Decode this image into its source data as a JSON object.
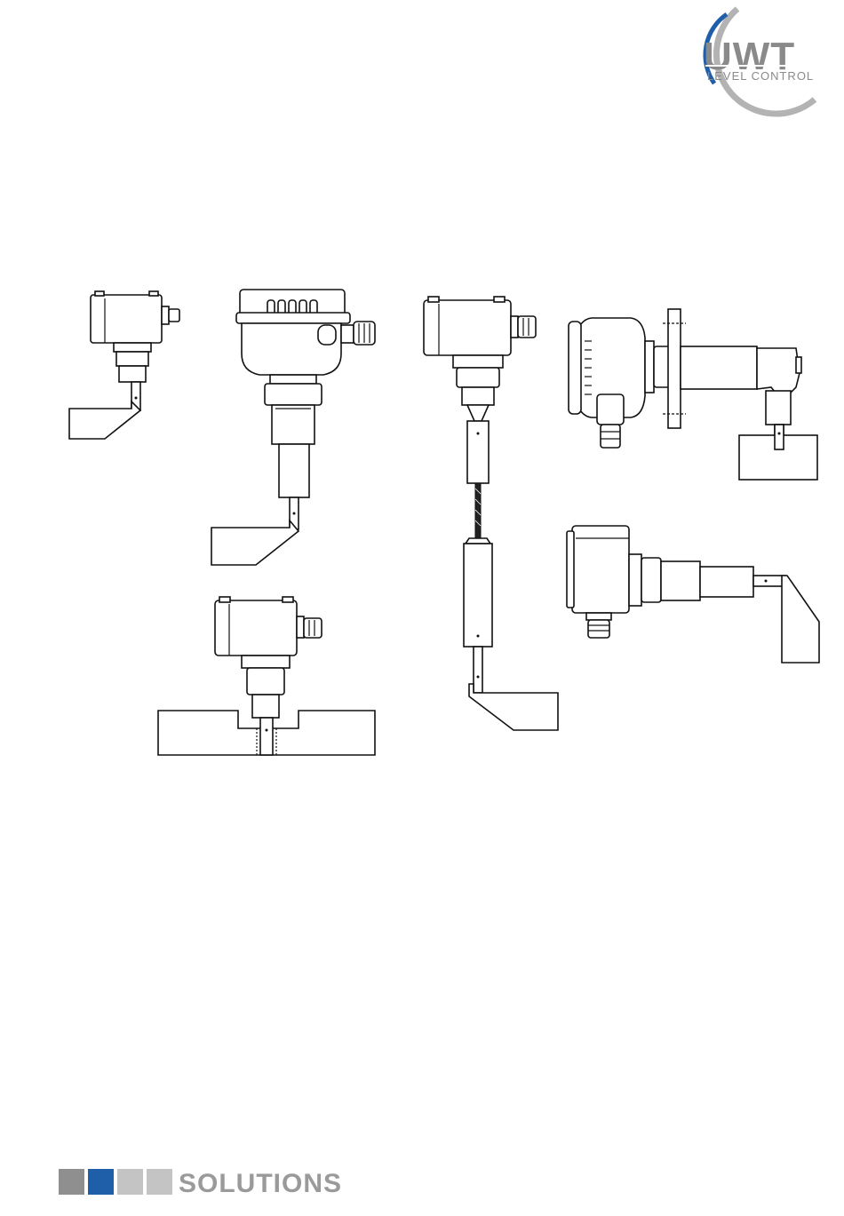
{
  "brand": {
    "logo_main": "UWT",
    "logo_sub": "LEVEL CONTROL",
    "colors": {
      "blue": "#1f5ea8",
      "grey": "#a8a8a8",
      "dark_grey": "#8a8a8a"
    }
  },
  "footer": {
    "word": "SOLUTIONS",
    "squares": [
      "#8f8f8f",
      "#1f5ea8",
      "#c4c4c4",
      "#c4c4c4"
    ]
  },
  "drawings": {
    "items": [
      "rotary-paddle-compact",
      "rotary-paddle-extended",
      "rotary-paddle-cable",
      "rotary-paddle-flange-horizontal",
      "rotary-paddle-horizontal",
      "rotary-paddle-mounted"
    ]
  }
}
